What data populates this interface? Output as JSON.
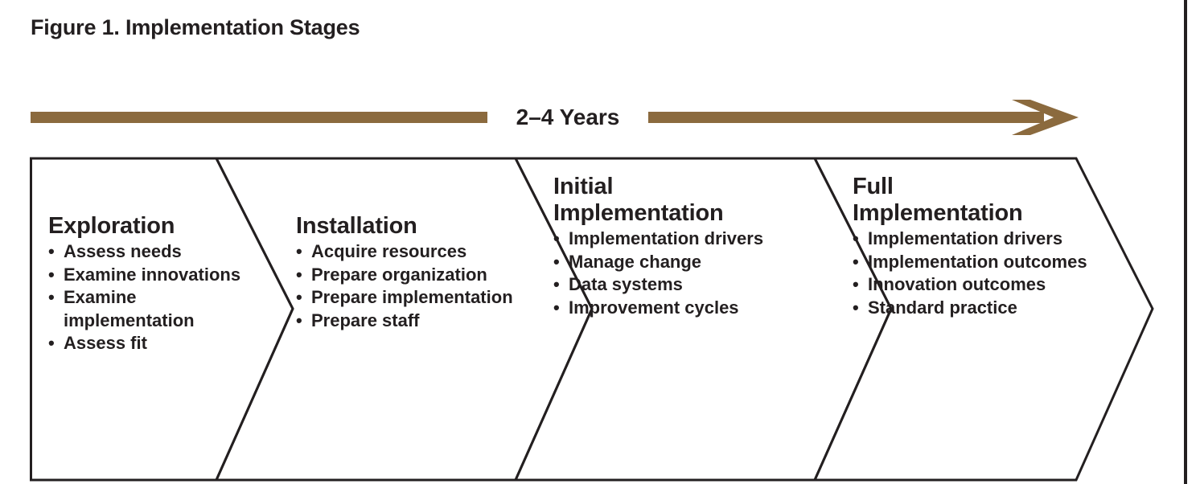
{
  "figure": {
    "title": "Figure 1. Implementation Stages"
  },
  "timeline": {
    "label": "2–4 Years",
    "arrow_color": "#8b6a3e",
    "direction": "left-to-right",
    "arrow_icon": "right-arrow-icon"
  },
  "colors": {
    "ink": "#231f20",
    "accent": "#8b6a3e",
    "background": "#ffffff"
  },
  "stages": [
    {
      "title": "Exploration",
      "title_lines": [
        "Exploration"
      ],
      "bullets": [
        "Assess needs",
        "Examine innovations",
        "Examine implementation",
        "Assess fit"
      ]
    },
    {
      "title": "Installation",
      "title_lines": [
        "Installation"
      ],
      "bullets": [
        "Acquire resources",
        "Prepare organization",
        "Prepare implementation",
        "Prepare staff"
      ]
    },
    {
      "title": "Initial Implementation",
      "title_lines": [
        "Initial",
        "Implementation"
      ],
      "bullets": [
        "Implementation drivers",
        "Manage change",
        "Data systems",
        "Improvement cycles"
      ]
    },
    {
      "title": "Full Implementation",
      "title_lines": [
        "Full",
        "Implementation"
      ],
      "bullets": [
        "Implementation drivers",
        "Implementation outcomes",
        "Innovation outcomes",
        "Standard practice"
      ]
    }
  ],
  "bullet_glyph": "•"
}
